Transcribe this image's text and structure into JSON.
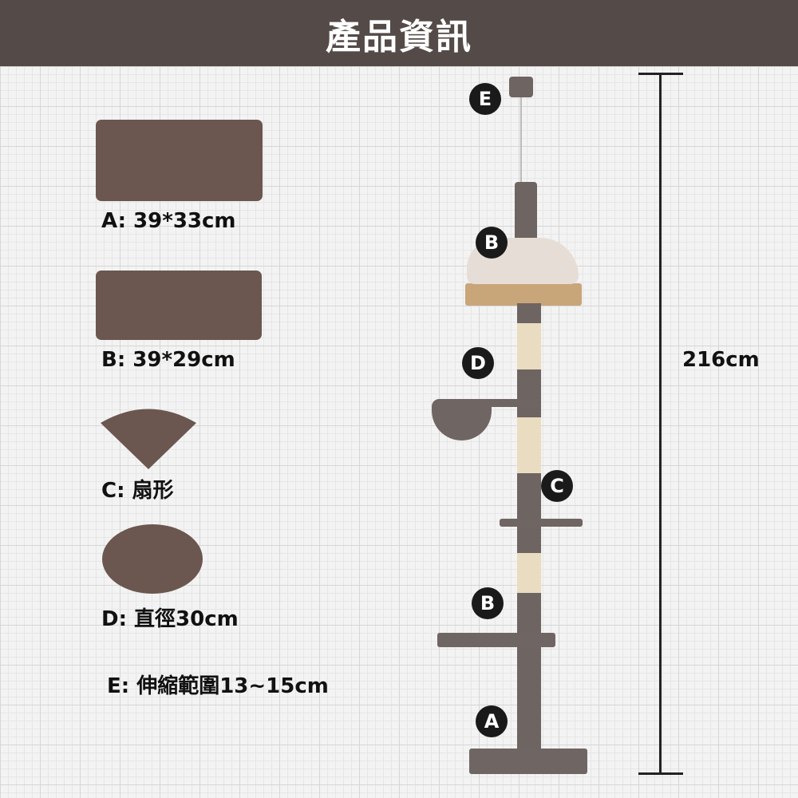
{
  "header": {
    "title": "產品資訊"
  },
  "parts": [
    {
      "id": "A",
      "label": "A: 39*33cm"
    },
    {
      "id": "B",
      "label": "B: 39*29cm"
    },
    {
      "id": "C",
      "label": "C: 扇形"
    },
    {
      "id": "D",
      "label": "D: 直徑30cm"
    },
    {
      "id": "E",
      "label": "E: 伸縮範圍13~15cm"
    }
  ],
  "badges": [
    "E",
    "B",
    "D",
    "C",
    "B",
    "A"
  ],
  "height_label": "216cm",
  "colors": {
    "header": "#544a48",
    "shape": "#6b574f"
  }
}
